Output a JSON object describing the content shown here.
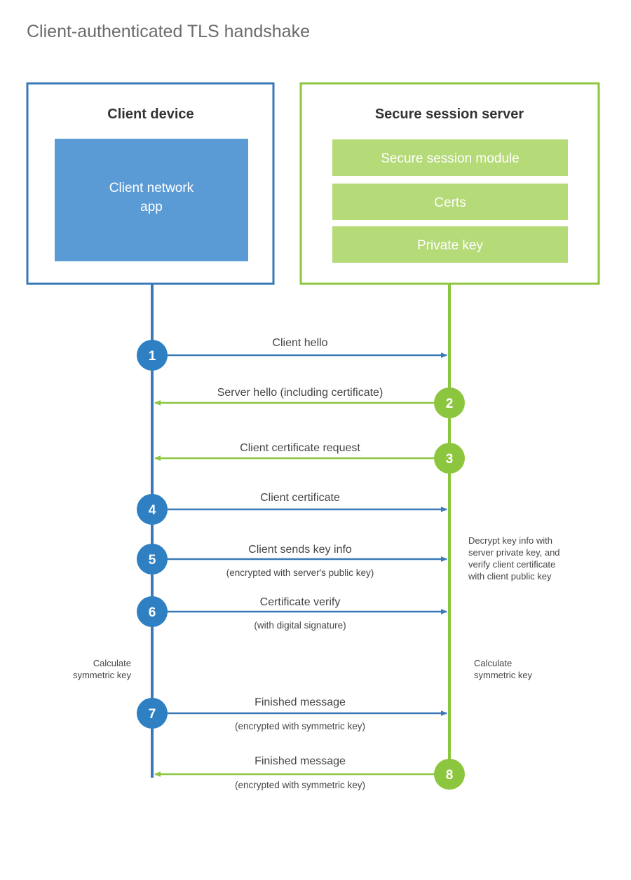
{
  "title": "Client-authenticated TLS handshake",
  "colors": {
    "client_border": "#3a79b8",
    "client_fill": "#5b9bd5",
    "client_circle": "#2e80c2",
    "client_line": "#3a79b8",
    "server_border": "#8cc63f",
    "server_fill": "#b5da78",
    "server_circle": "#8cc63f",
    "server_line": "#8cc63f",
    "title_text": "#6b6b6b",
    "body_text": "#454545",
    "heading_text": "#333333"
  },
  "parties": {
    "client": {
      "title": "Client device",
      "components": [
        "Client network app"
      ]
    },
    "server": {
      "title": "Secure session server",
      "components": [
        "Secure session module",
        "Certs",
        "Private key"
      ]
    }
  },
  "steps": [
    {
      "number": "1",
      "label": "Client hello",
      "sub": "",
      "direction": "client-to-server",
      "side": "client"
    },
    {
      "number": "2",
      "label": "Server hello (including certificate)",
      "sub": "",
      "direction": "server-to-client",
      "side": "server"
    },
    {
      "number": "3",
      "label": "Client certificate request",
      "sub": "",
      "direction": "server-to-client",
      "side": "server"
    },
    {
      "number": "4",
      "label": "Client certificate",
      "sub": "",
      "direction": "client-to-server",
      "side": "client"
    },
    {
      "number": "5",
      "label": "Client sends key info",
      "sub": "(encrypted with server's public key)",
      "direction": "client-to-server",
      "side": "client"
    },
    {
      "number": "6",
      "label": "Certificate verify",
      "sub": "(with digital signature)",
      "direction": "client-to-server",
      "side": "client"
    },
    {
      "number": "7",
      "label": "Finished message",
      "sub": "(encrypted with symmetric key)",
      "direction": "client-to-server",
      "side": "client"
    },
    {
      "number": "8",
      "label": "Finished message",
      "sub": "(encrypted with symmetric key)",
      "direction": "server-to-client",
      "side": "server"
    }
  ],
  "notes": {
    "server_decrypt": [
      "Decrypt key info with",
      "server private key, and",
      "verify client certificate",
      "with client public key"
    ],
    "client_calculate": [
      "Calculate",
      "symmetric key"
    ],
    "server_calculate": [
      "Calculate",
      "symmetric key"
    ]
  }
}
